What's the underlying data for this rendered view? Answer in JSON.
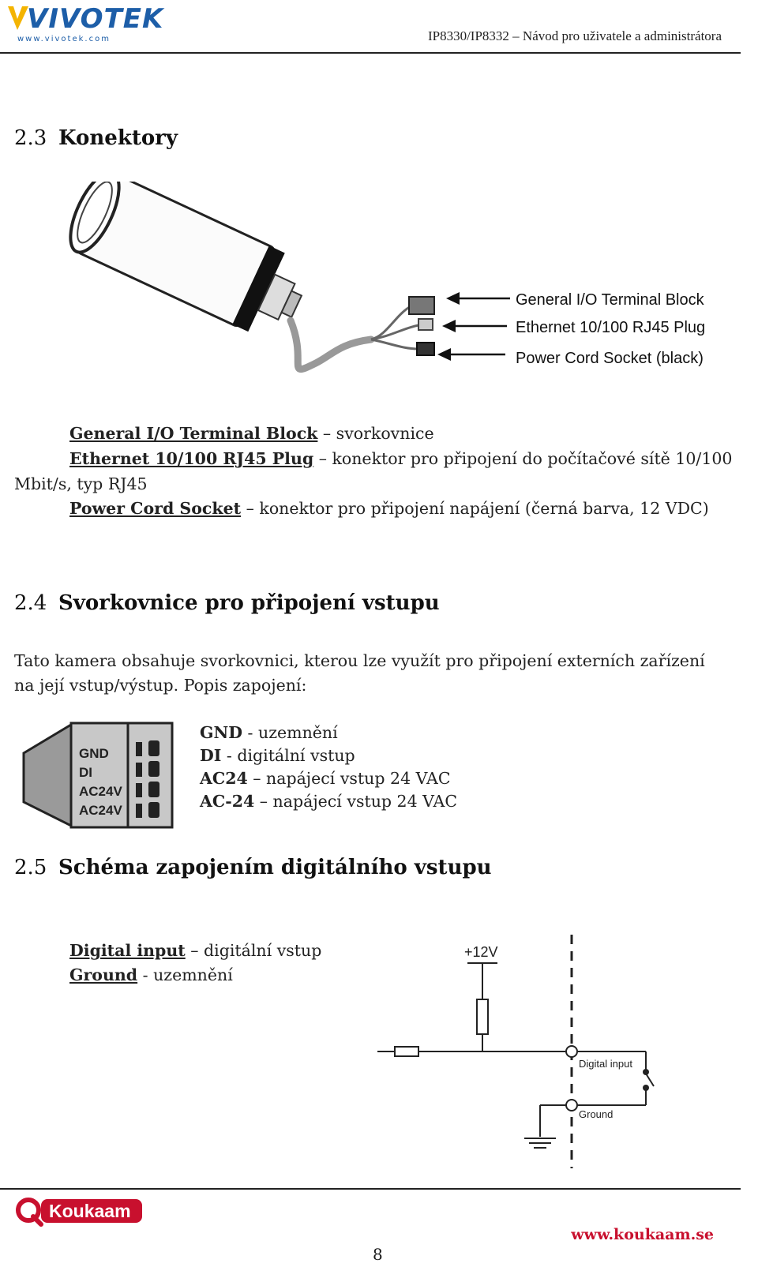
{
  "header": {
    "logo_text": "VIVOTEK",
    "logo_url": "www.vivotek.com",
    "doc_title": "IP8330/IP8332 – Návod pro uživatele a administrátora"
  },
  "section_2_3": {
    "number": "2.3",
    "title": "Konektory",
    "diagram_labels": [
      "General I/O Terminal Block",
      "Ethernet 10/100 RJ45 Plug",
      "Power Cord Socket (black)"
    ],
    "items": [
      {
        "term": "General I/O Terminal Block",
        "desc": " – svorkovnice"
      },
      {
        "term": "Ethernet 10/100 RJ45 Plug",
        "desc": " – konektor pro připojení do počítačové sítě 10/100",
        "cont": "Mbit/s, typ RJ45"
      },
      {
        "term": "Power Cord Socket",
        "desc": " – konektor pro připojení napájení (černá barva, 12 VDC)"
      }
    ]
  },
  "section_2_4": {
    "number": "2.4",
    "title": "Svorkovnice pro připojení vstupu",
    "intro_line1": " Tato kamera obsahuje svorkovnici, kterou lze využít pro připojení externích zařízení",
    "intro_line2": "na její vstup/výstup. Popis zapojení:",
    "terminal_labels": [
      "GND",
      "DI",
      "AC24V",
      "AC24V"
    ],
    "pins": [
      {
        "term": "GND",
        "desc": " - uzemnění"
      },
      {
        "term": "DI",
        "desc": " - digitální vstup"
      },
      {
        "term": "AC24",
        "desc": " – napájecí vstup 24 VAC"
      },
      {
        "term": "AC-24",
        "desc": " – napájecí vstup 24 VAC"
      }
    ]
  },
  "section_2_5": {
    "number": "2.5",
    "title": "Schéma zapojením digitálního vstupu",
    "items": [
      {
        "term": "Digital input",
        "desc": " – digitální vstup"
      },
      {
        "term": "Ground",
        "desc": " - uzemnění"
      }
    ],
    "schematic_labels": {
      "supply": "+12V",
      "input": "Digital input",
      "ground": "Ground"
    }
  },
  "footer": {
    "logo_text": "Koukaam",
    "url": "www.koukaam.se",
    "page_number": "8"
  },
  "colors": {
    "vivotek_blue": "#1d5ea8",
    "koukaam_red": "#c8102e"
  }
}
